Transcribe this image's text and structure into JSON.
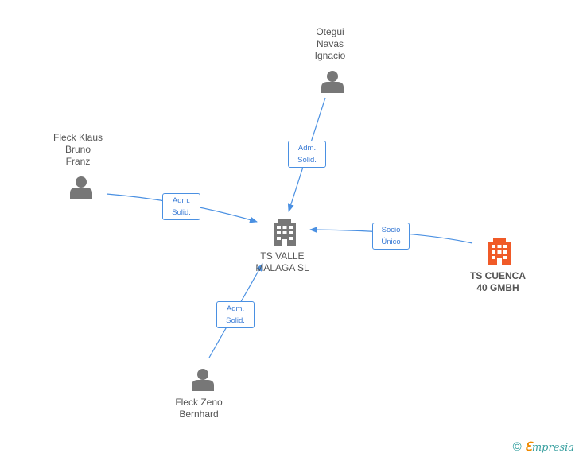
{
  "colors": {
    "edge": "#4a90e2",
    "person_icon": "#777777",
    "company_icon": "#777777",
    "highlight_company": "#f05a28",
    "label_text": "#555555",
    "highlight_text": "#555555"
  },
  "nodes": {
    "otegui": {
      "lines": [
        "Otegui",
        "Navas",
        "Ignacio"
      ],
      "icon": "person-icon"
    },
    "fleck_klaus": {
      "lines": [
        "Fleck Klaus",
        "Bruno",
        "Franz"
      ],
      "icon": "person-icon"
    },
    "fleck_zeno": {
      "lines": [
        "Fleck Zeno",
        "Bernhard"
      ],
      "icon": "person-icon"
    },
    "ts_valle": {
      "lines": [
        "TS VALLE",
        "MALAGA SL"
      ],
      "icon": "building-icon"
    },
    "ts_cuenca": {
      "lines": [
        "TS CUENCA",
        "40 GMBH"
      ],
      "icon": "building-icon"
    }
  },
  "edges": {
    "otegui": {
      "lines": [
        "Adm.",
        "Solid."
      ]
    },
    "fleck_klaus": {
      "lines": [
        "Adm.",
        "Solid."
      ]
    },
    "fleck_zeno": {
      "lines": [
        "Adm.",
        "Solid."
      ]
    },
    "ts_cuenca": {
      "lines": [
        "Socio",
        "Único"
      ]
    }
  },
  "footer": {
    "copyright": "©",
    "brand_first": "ℇ",
    "brand_rest": "mpresia"
  }
}
